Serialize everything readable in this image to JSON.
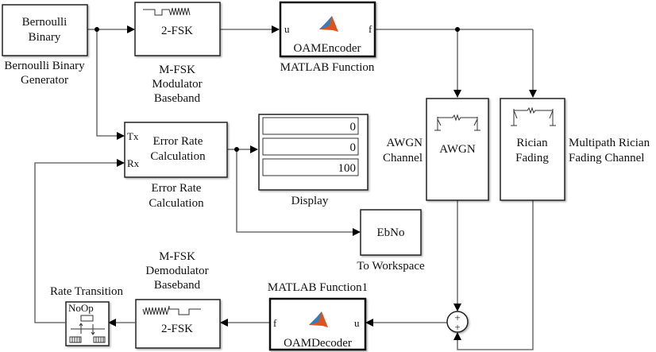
{
  "blocks": {
    "bernoulli": {
      "inner_line1": "Bernoulli",
      "inner_line2": "Binary",
      "label_line1": "Bernoulli Binary",
      "label_line2": "Generator"
    },
    "mfsk_mod": {
      "inner": "2-FSK",
      "label_line1": "M-FSK",
      "label_line2": "Modulator",
      "label_line3": "Baseband",
      "icon": "fsk-waveform-icon"
    },
    "oam_encoder": {
      "inner": "OAMEncoder",
      "label": "MATLAB Function",
      "port_in": "u",
      "port_out": "f",
      "icon": "matlab-logo-icon"
    },
    "awgn": {
      "inner": "AWGN",
      "label_line1": "AWGN",
      "label_line2": "Channel",
      "icon": "channel-icon"
    },
    "rician": {
      "inner_line1": "Rician",
      "inner_line2": "Fading",
      "label_line1": "Multipath Rician",
      "label_line2": "Fading Channel",
      "icon": "channel-icon"
    },
    "error_rate": {
      "inner_line1": "Error Rate",
      "inner_line2": "Calculation",
      "label_line1": "Error Rate",
      "label_line2": "Calculation",
      "port_tx": "Tx",
      "port_rx": "Rx"
    },
    "display": {
      "values": [
        "0",
        "0",
        "100"
      ],
      "label": "Display"
    },
    "to_workspace": {
      "inner": "EbNo",
      "label": "To Workspace"
    },
    "sum": {
      "signs": [
        "+",
        "+"
      ]
    },
    "oam_decoder": {
      "inner": "OAMDecoder",
      "label": "MATLAB Function1",
      "port_in": "u",
      "port_out": "f",
      "icon": "matlab-logo-icon"
    },
    "mfsk_demod": {
      "inner": "2-FSK",
      "label_line1": "M-FSK",
      "label_line2": "Demodulator",
      "label_line3": "Baseband",
      "icon": "fsk-waveform-icon"
    },
    "rate_transition": {
      "inner": "NoOp",
      "label": "Rate Transition",
      "icon": "rate-transition-icon"
    }
  },
  "colors": {
    "matlab_orange": "#d9541e",
    "matlab_blue": "#2f7fc1"
  }
}
